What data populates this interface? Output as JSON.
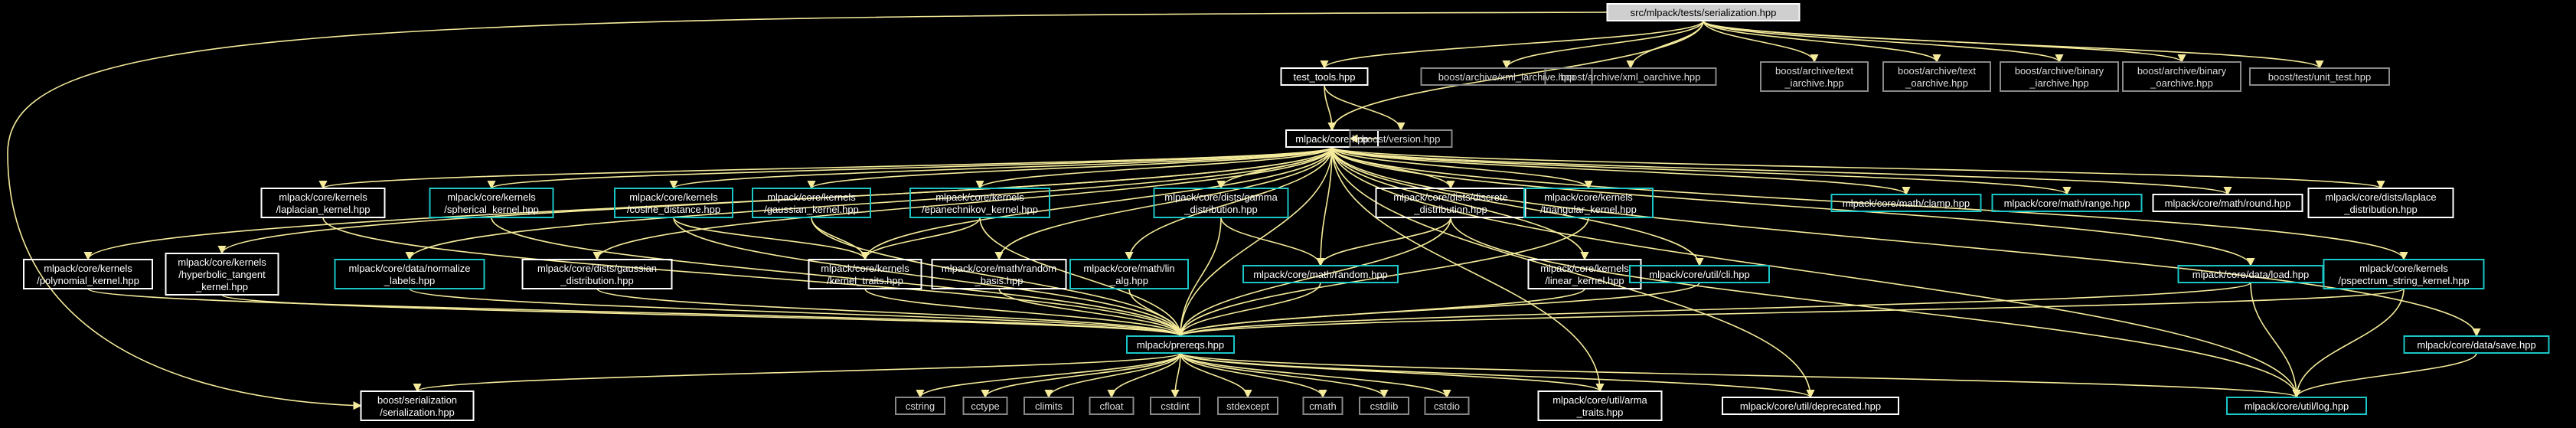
{
  "colors": {
    "background": "#000000",
    "edge": "#f5eb9b",
    "root_fill": "#cfcfcf",
    "root_text": "#000000",
    "documented_border": "#ffffff",
    "linked_border": "#1ac6c6",
    "external_border": "#888888",
    "external_text": "#dddddd",
    "node_text": "#ffffff"
  },
  "graph": {
    "nodes": [
      {
        "id": "root",
        "kind": "root",
        "lines": [
          "src/mlpack/tests/serialization.hpp"
        ]
      },
      {
        "id": "test_tools",
        "kind": "doc",
        "lines": [
          "test_tools.hpp"
        ]
      },
      {
        "id": "xml_iarchive",
        "kind": "ext",
        "lines": [
          "boost/archive/xml_iarchive.hpp"
        ]
      },
      {
        "id": "xml_oarchive",
        "kind": "ext",
        "lines": [
          "boost/archive/xml_oarchive.hpp"
        ]
      },
      {
        "id": "text_iarchive",
        "kind": "ext",
        "lines": [
          "boost/archive/text",
          "_iarchive.hpp"
        ]
      },
      {
        "id": "text_oarchive",
        "kind": "ext",
        "lines": [
          "boost/archive/text",
          "_oarchive.hpp"
        ]
      },
      {
        "id": "binary_iarchive",
        "kind": "ext",
        "lines": [
          "boost/archive/binary",
          "_iarchive.hpp"
        ]
      },
      {
        "id": "binary_oarchive",
        "kind": "ext",
        "lines": [
          "boost/archive/binary",
          "_oarchive.hpp"
        ]
      },
      {
        "id": "unit_test",
        "kind": "ext",
        "lines": [
          "boost/test/unit_test.hpp"
        ]
      },
      {
        "id": "core",
        "kind": "doc",
        "lines": [
          "mlpack/core.hpp"
        ]
      },
      {
        "id": "version",
        "kind": "ext",
        "lines": [
          "boost/version.hpp"
        ]
      },
      {
        "id": "laplacian",
        "kind": "doc",
        "lines": [
          "mlpack/core/kernels",
          "/laplacian_kernel.hpp"
        ]
      },
      {
        "id": "spherical",
        "kind": "link",
        "lines": [
          "mlpack/core/kernels",
          "/spherical_kernel.hpp"
        ]
      },
      {
        "id": "cosine",
        "kind": "link",
        "lines": [
          "mlpack/core/kernels",
          "/cosine_distance.hpp"
        ]
      },
      {
        "id": "gaussian_k",
        "kind": "link",
        "lines": [
          "mlpack/core/kernels",
          "/gaussian_kernel.hpp"
        ]
      },
      {
        "id": "epanechnikov",
        "kind": "link",
        "lines": [
          "mlpack/core/kernels",
          "/epanechnikov_kernel.hpp"
        ]
      },
      {
        "id": "gamma",
        "kind": "link",
        "lines": [
          "mlpack/core/dists/gamma",
          "_distribution.hpp"
        ]
      },
      {
        "id": "discrete",
        "kind": "doc",
        "lines": [
          "mlpack/core/dists/discrete",
          "_distribution.hpp"
        ]
      },
      {
        "id": "triangular",
        "kind": "link",
        "lines": [
          "mlpack/core/kernels",
          "/triangular_kernel.hpp"
        ]
      },
      {
        "id": "clamp",
        "kind": "link",
        "lines": [
          "mlpack/core/math/clamp.hpp"
        ]
      },
      {
        "id": "range",
        "kind": "link",
        "lines": [
          "mlpack/core/math/range.hpp"
        ]
      },
      {
        "id": "round",
        "kind": "doc",
        "lines": [
          "mlpack/core/math/round.hpp"
        ]
      },
      {
        "id": "laplace_dist",
        "kind": "doc",
        "lines": [
          "mlpack/core/dists/laplace",
          "_distribution.hpp"
        ]
      },
      {
        "id": "polynomial",
        "kind": "doc",
        "lines": [
          "mlpack/core/kernels",
          "/polynomial_kernel.hpp"
        ]
      },
      {
        "id": "hyperbolic",
        "kind": "doc",
        "lines": [
          "mlpack/core/kernels",
          "/hyperbolic_tangent",
          "_kernel.hpp"
        ]
      },
      {
        "id": "normalize",
        "kind": "link",
        "lines": [
          "mlpack/core/data/normalize",
          "_labels.hpp"
        ]
      },
      {
        "id": "gaussian_dist",
        "kind": "doc",
        "lines": [
          "mlpack/core/dists/gaussian",
          "_distribution.hpp"
        ]
      },
      {
        "id": "kernel_traits",
        "kind": "doc",
        "lines": [
          "mlpack/core/kernels",
          "/kernel_traits.hpp"
        ]
      },
      {
        "id": "random_basis",
        "kind": "doc",
        "lines": [
          "mlpack/core/math/random",
          "_basis.hpp"
        ]
      },
      {
        "id": "lin_alg",
        "kind": "link",
        "lines": [
          "mlpack/core/math/lin",
          "_alg.hpp"
        ]
      },
      {
        "id": "random",
        "kind": "link",
        "lines": [
          "mlpack/core/math/random.hpp"
        ]
      },
      {
        "id": "linear_k",
        "kind": "doc",
        "lines": [
          "mlpack/core/kernels",
          "/linear_kernel.hpp"
        ]
      },
      {
        "id": "cli",
        "kind": "link",
        "lines": [
          "mlpack/core/util/cli.hpp"
        ]
      },
      {
        "id": "load",
        "kind": "link",
        "lines": [
          "mlpack/core/data/load.hpp"
        ]
      },
      {
        "id": "pspectrum",
        "kind": "link",
        "lines": [
          "mlpack/core/kernels",
          "/pspectrum_string_kernel.hpp"
        ]
      },
      {
        "id": "save",
        "kind": "link",
        "lines": [
          "mlpack/core/data/save.hpp"
        ]
      },
      {
        "id": "prereqs",
        "kind": "link",
        "lines": [
          "mlpack/prereqs.hpp"
        ]
      },
      {
        "id": "boost_ser",
        "kind": "doc",
        "lines": [
          "boost/serialization",
          "/serialization.hpp"
        ]
      },
      {
        "id": "cstring",
        "kind": "ext",
        "lines": [
          "cstring"
        ]
      },
      {
        "id": "cctype",
        "kind": "ext",
        "lines": [
          "cctype"
        ]
      },
      {
        "id": "climits",
        "kind": "ext",
        "lines": [
          "climits"
        ]
      },
      {
        "id": "cfloat",
        "kind": "ext",
        "lines": [
          "cfloat"
        ]
      },
      {
        "id": "cstdint",
        "kind": "ext",
        "lines": [
          "cstdint"
        ]
      },
      {
        "id": "stdexcept",
        "kind": "ext",
        "lines": [
          "stdexcept"
        ]
      },
      {
        "id": "cmath",
        "kind": "ext",
        "lines": [
          "cmath"
        ]
      },
      {
        "id": "cstdlib",
        "kind": "ext",
        "lines": [
          "cstdlib"
        ]
      },
      {
        "id": "cstdio",
        "kind": "ext",
        "lines": [
          "cstdio"
        ]
      },
      {
        "id": "arma_traits",
        "kind": "doc",
        "lines": [
          "mlpack/core/util/arma",
          "_traits.hpp"
        ]
      },
      {
        "id": "deprecated",
        "kind": "doc",
        "lines": [
          "mlpack/core/util/deprecated.hpp"
        ]
      },
      {
        "id": "log",
        "kind": "link",
        "lines": [
          "mlpack/core/util/log.hpp"
        ]
      }
    ],
    "edges": [
      [
        "root",
        "test_tools"
      ],
      [
        "root",
        "xml_iarchive"
      ],
      [
        "root",
        "xml_oarchive"
      ],
      [
        "root",
        "text_iarchive"
      ],
      [
        "root",
        "text_oarchive"
      ],
      [
        "root",
        "binary_iarchive"
      ],
      [
        "root",
        "binary_oarchive"
      ],
      [
        "root",
        "unit_test"
      ],
      [
        "root",
        "core"
      ],
      [
        "root",
        "boost_ser"
      ],
      [
        "test_tools",
        "core"
      ],
      [
        "test_tools",
        "version"
      ],
      [
        "core",
        "version"
      ],
      [
        "core",
        "laplacian"
      ],
      [
        "core",
        "spherical"
      ],
      [
        "core",
        "cosine"
      ],
      [
        "core",
        "gaussian_k"
      ],
      [
        "core",
        "epanechnikov"
      ],
      [
        "core",
        "gamma"
      ],
      [
        "core",
        "discrete"
      ],
      [
        "core",
        "triangular"
      ],
      [
        "core",
        "clamp"
      ],
      [
        "core",
        "range"
      ],
      [
        "core",
        "round"
      ],
      [
        "core",
        "laplace_dist"
      ],
      [
        "core",
        "polynomial"
      ],
      [
        "core",
        "hyperbolic"
      ],
      [
        "core",
        "normalize"
      ],
      [
        "core",
        "gaussian_dist"
      ],
      [
        "core",
        "kernel_traits"
      ],
      [
        "core",
        "random_basis"
      ],
      [
        "core",
        "lin_alg"
      ],
      [
        "core",
        "random"
      ],
      [
        "core",
        "linear_k"
      ],
      [
        "core",
        "cli"
      ],
      [
        "core",
        "load"
      ],
      [
        "core",
        "pspectrum"
      ],
      [
        "core",
        "save"
      ],
      [
        "core",
        "prereqs"
      ],
      [
        "core",
        "arma_traits"
      ],
      [
        "core",
        "deprecated"
      ],
      [
        "core",
        "log"
      ],
      [
        "laplacian",
        "prereqs"
      ],
      [
        "spherical",
        "prereqs"
      ],
      [
        "cosine",
        "kernel_traits"
      ],
      [
        "cosine",
        "prereqs"
      ],
      [
        "gaussian_k",
        "kernel_traits"
      ],
      [
        "gaussian_k",
        "prereqs"
      ],
      [
        "epanechnikov",
        "kernel_traits"
      ],
      [
        "epanechnikov",
        "prereqs"
      ],
      [
        "gamma",
        "random"
      ],
      [
        "gamma",
        "prereqs"
      ],
      [
        "discrete",
        "random"
      ],
      [
        "discrete",
        "prereqs"
      ],
      [
        "discrete",
        "log"
      ],
      [
        "triangular",
        "prereqs"
      ],
      [
        "polynomial",
        "prereqs"
      ],
      [
        "hyperbolic",
        "prereqs"
      ],
      [
        "normalize",
        "prereqs"
      ],
      [
        "gaussian_dist",
        "prereqs"
      ],
      [
        "kernel_traits",
        "prereqs"
      ],
      [
        "random_basis",
        "prereqs"
      ],
      [
        "lin_alg",
        "prereqs"
      ],
      [
        "random",
        "prereqs"
      ],
      [
        "linear_k",
        "prereqs"
      ],
      [
        "cli",
        "prereqs"
      ],
      [
        "load",
        "prereqs"
      ],
      [
        "load",
        "log"
      ],
      [
        "pspectrum",
        "prereqs"
      ],
      [
        "pspectrum",
        "log"
      ],
      [
        "save",
        "log"
      ],
      [
        "prereqs",
        "boost_ser"
      ],
      [
        "prereqs",
        "cstring"
      ],
      [
        "prereqs",
        "cctype"
      ],
      [
        "prereqs",
        "climits"
      ],
      [
        "prereqs",
        "cfloat"
      ],
      [
        "prereqs",
        "cstdint"
      ],
      [
        "prereqs",
        "stdexcept"
      ],
      [
        "prereqs",
        "cmath"
      ],
      [
        "prereqs",
        "cstdlib"
      ],
      [
        "prereqs",
        "cstdio"
      ],
      [
        "prereqs",
        "arma_traits"
      ],
      [
        "prereqs",
        "deprecated"
      ],
      [
        "prereqs",
        "log"
      ]
    ]
  }
}
